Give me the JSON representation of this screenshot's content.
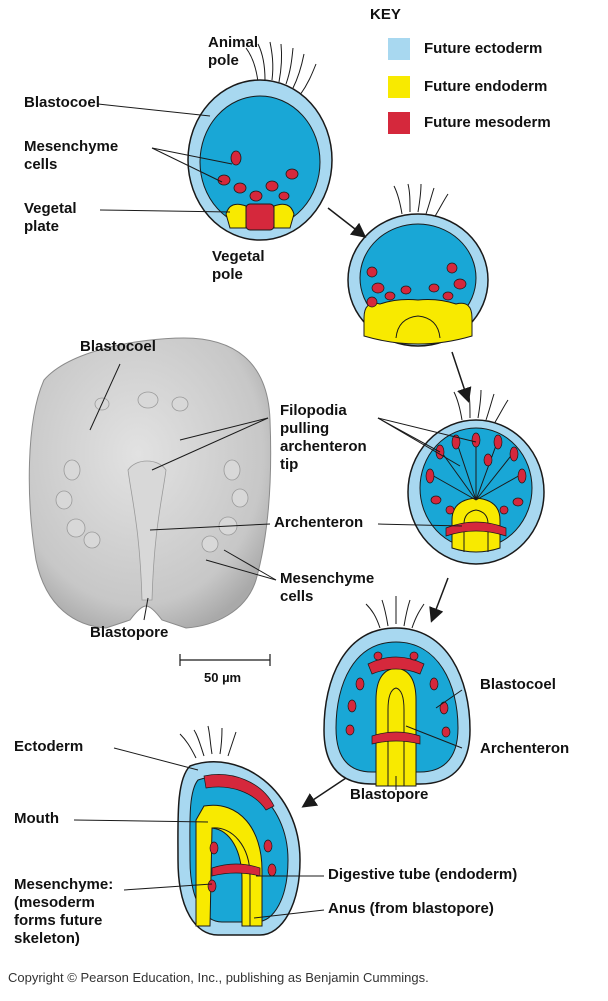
{
  "colors": {
    "ectoderm": "#a8d8f0",
    "ectoderm_inner": "#19a7d6",
    "endoderm": "#f8ea00",
    "mesoderm": "#d5283c",
    "outline": "#1a1a1a",
    "photo_bg": "#c9c9c9"
  },
  "key": {
    "title": "KEY",
    "items": [
      {
        "label": "Future ectoderm",
        "color": "#a8d8f0"
      },
      {
        "label": "Future endoderm",
        "color": "#f8ea00"
      },
      {
        "label": "Future mesoderm",
        "color": "#d5283c"
      }
    ]
  },
  "labels": {
    "animal_pole": "Animal\npole",
    "blastocoel_1": "Blastocoel",
    "mesenchyme_cells_1": "Mesenchyme\ncells",
    "vegetal_plate": "Vegetal\nplate",
    "vegetal_pole": "Vegetal\npole",
    "blastocoel_photo": "Blastocoel",
    "filopodia": "Filopodia\npulling\narchenteron\ntip",
    "archenteron_1": "Archenteron",
    "mesenchyme_cells_2": "Mesenchyme\ncells",
    "blastopore_photo": "Blastopore",
    "scale_bar": "50 µm",
    "blastocoel_2": "Blastocoel",
    "archenteron_2": "Archenteron",
    "blastopore_2": "Blastopore",
    "ectoderm": "Ectoderm",
    "mouth": "Mouth",
    "mesenchyme_def": "Mesenchyme:\n(mesoderm\nforms future\nskeleton)",
    "digestive_tube": "Digestive tube (endoderm)",
    "anus": "Anus (from blastopore)"
  },
  "copyright": "Copyright © Pearson Education, Inc., publishing as Benjamin Cummings."
}
